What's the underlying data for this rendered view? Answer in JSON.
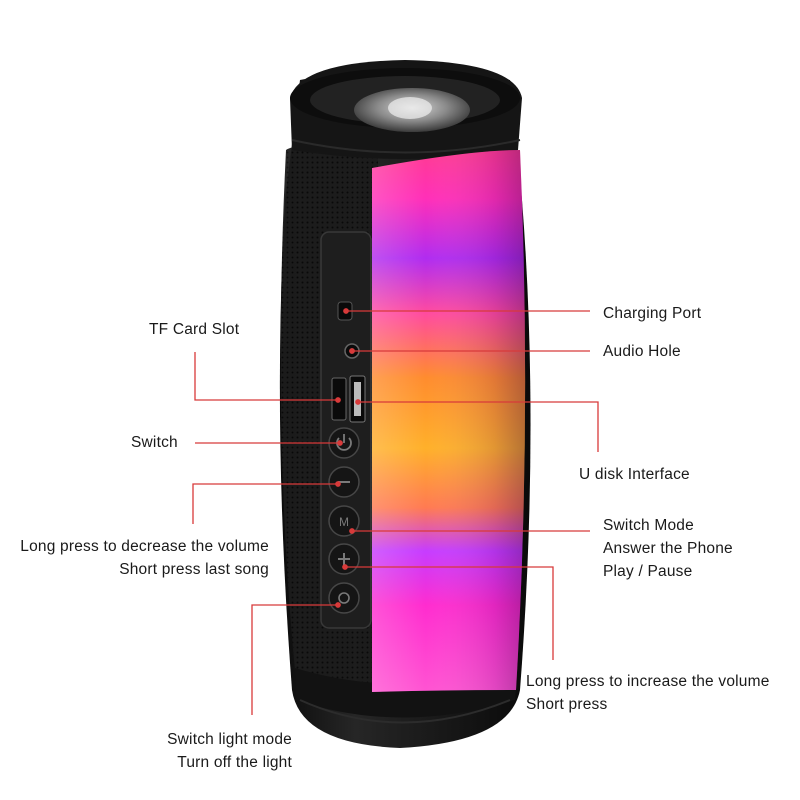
{
  "callouts": {
    "charging_port": "Charging Port",
    "audio_hole": "Audio Hole",
    "tf_card_slot": "TF Card Slot",
    "u_disk_interface": "U disk Interface",
    "switch": "Switch",
    "switch_mode": [
      "Switch Mode",
      "Answer the Phone",
      "Play / Pause"
    ],
    "decrease_volume": [
      "Long press to decrease the volume",
      "Short press last song"
    ],
    "increase_volume": [
      "Long press to increase the volume",
      "Short press"
    ],
    "light_mode": [
      "Switch light mode",
      "Turn off the light"
    ]
  },
  "colors": {
    "leader_line": "#d83a3a",
    "speaker_body": "#1b1b1b",
    "light_panel_top": "#ff2fa8",
    "light_panel_mid": "#ff9f2a",
    "light_panel_violet": "#8a2cff",
    "light_panel_bottom": "#ff3ad6"
  }
}
